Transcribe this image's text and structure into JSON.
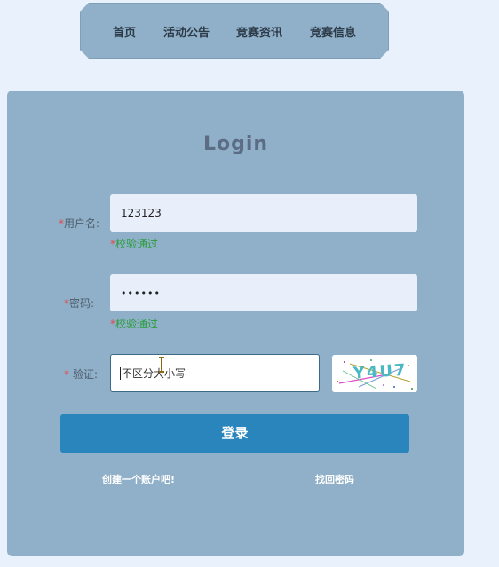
{
  "nav": {
    "items": [
      {
        "label": "首页"
      },
      {
        "label": "活动公告"
      },
      {
        "label": "竞赛资讯"
      },
      {
        "label": "竞赛信息"
      }
    ]
  },
  "login": {
    "title": "Login",
    "required_mark": "*",
    "username": {
      "label": "用户名:",
      "value": "123123",
      "validation": "校验通过"
    },
    "password": {
      "label": "密码:",
      "value": "••••••",
      "validation": "校验通过"
    },
    "captcha": {
      "label": "验证:",
      "placeholder": "不区分大小写",
      "image_text": "Y4U7"
    },
    "submit_label": "登录",
    "register_link": "创建一个账户吧!",
    "forgot_link": "找回密码"
  },
  "colors": {
    "page_bg": "#e8f1fc",
    "panel_bg": "#8fb0c8",
    "accent": "#2a85bd",
    "valid_text": "#2a9d3d",
    "required": "#e5484d"
  }
}
